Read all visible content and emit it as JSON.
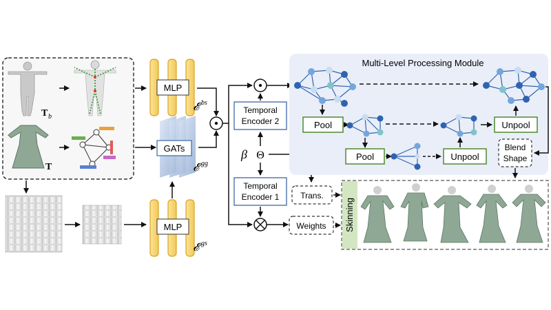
{
  "inputs": {
    "body_label": "T",
    "body_subscript": "b",
    "garment_label": "T"
  },
  "encoders": {
    "mlp_top": "MLP",
    "mlp_top_symbol": "𝓔",
    "mlp_top_sup": "bs",
    "gats": "GATs",
    "gats_symbol": "𝓔",
    "gats_sup": "gg",
    "mlp_bottom": "MLP",
    "mlp_bottom_symbol": "𝓔",
    "mlp_bottom_sup": "gs"
  },
  "temporal": {
    "encoder2_line1": "Temporal",
    "encoder2_line2": "Encoder 2",
    "encoder1_line1": "Temporal",
    "encoder1_line2": "Encoder 1",
    "beta": "β",
    "theta": "Θ"
  },
  "outputs": {
    "trans": "Trans.",
    "weights": "Weights",
    "skinning": "Skinning"
  },
  "module": {
    "title": "Multi-Level Processing Module",
    "pool1": "Pool",
    "pool2": "Pool",
    "unpool1": "Unpool",
    "unpool2": "Unpool",
    "blend_line1": "Blend",
    "blend_line2": "Shape"
  },
  "operators": {
    "hadamard": "⊙",
    "tensor": "⊗"
  },
  "colors": {
    "mlp_yellow": "#f7d77a",
    "mlp_border": "#d9a520",
    "gats_blue": "#b7c8e2",
    "box_blue": "#3d67a6",
    "pool_green": "#4f8a2f",
    "module_bg": "#e9eef8",
    "skin_green": "#d3e6c2",
    "node_dark": "#2f63b0",
    "node_mid": "#74a6dc",
    "node_light": "#c8dcf2",
    "node_teal": "#7fc4c8",
    "garment": "#8fa895"
  }
}
